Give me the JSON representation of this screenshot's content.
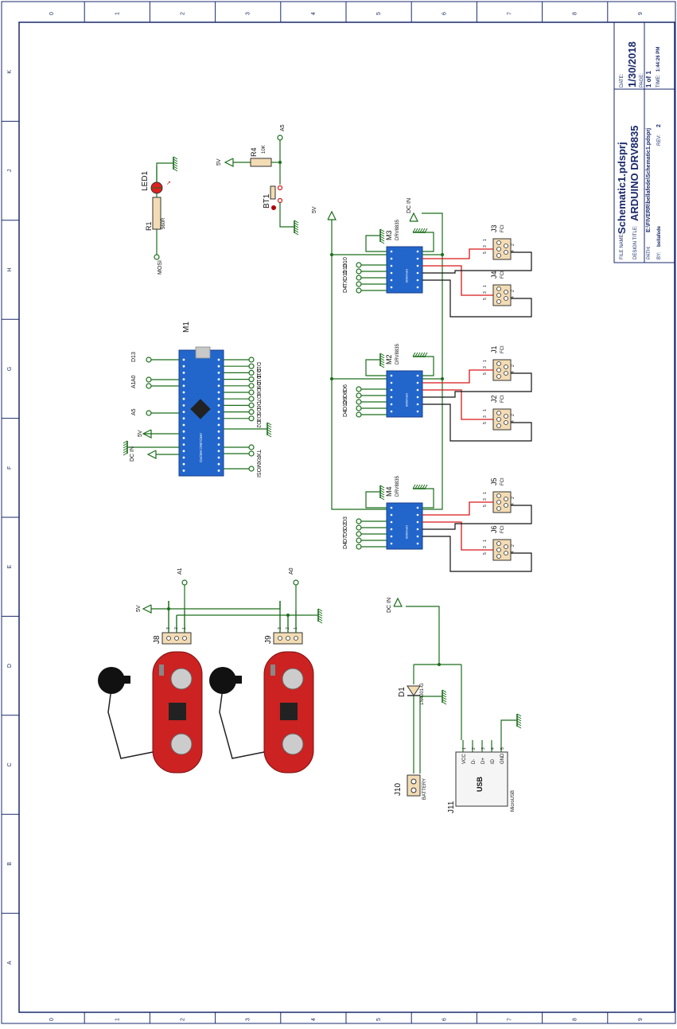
{
  "frame": {
    "columns": [
      "0",
      "1",
      "2",
      "3",
      "4",
      "5",
      "6",
      "7",
      "8",
      "9"
    ],
    "rows": [
      "K",
      "J",
      "H",
      "G",
      "F",
      "E",
      "D",
      "C",
      "B",
      "A"
    ]
  },
  "title_block": {
    "date_label": "DATE:",
    "date": "1/30/2018",
    "page_label": "PAGE:",
    "page_value": "1 of 1",
    "time_label": "TIME:",
    "time": "1:44:26 PM",
    "file_label": "FILE NAME:",
    "file_name": "Schematic1.pdsprj",
    "design_label": "DESIGN TITLE:",
    "design_title": "ARDUINO DRV8835",
    "path_label": "PATH:",
    "path": "E:\\FIVERR\\bellafede\\Schematic1.pdsprj",
    "by_label": "BY:",
    "by": "bellafede",
    "rev_label": "REV:",
    "rev": "2"
  },
  "parts": {
    "led1": {
      "ref": "LED1"
    },
    "r1": {
      "ref": "R1",
      "value": "560R"
    },
    "r4": {
      "ref": "R4",
      "value": "10K"
    },
    "bt1": {
      "ref": "BT1"
    },
    "m1": {
      "ref": "M1",
      "chip_text": "ARDUINO MICRO"
    },
    "m2": {
      "ref": "M2",
      "type": "DRV8835"
    },
    "m3": {
      "ref": "M3",
      "type": "DRV8835"
    },
    "m4": {
      "ref": "M4",
      "type": "DRV8835"
    },
    "j1": {
      "ref": "J1",
      "type": "FCI"
    },
    "j2": {
      "ref": "J2",
      "type": "FCI"
    },
    "j3": {
      "ref": "J3",
      "type": "FCI"
    },
    "j4": {
      "ref": "J4",
      "type": "FCI"
    },
    "j5": {
      "ref": "J5",
      "type": "FCI"
    },
    "j6": {
      "ref": "J6",
      "type": "FCI"
    },
    "j8": {
      "ref": "J8"
    },
    "j9": {
      "ref": "J9"
    },
    "d1": {
      "ref": "D1",
      "value": "1N4001-G"
    },
    "j10": {
      "ref": "J10",
      "value": "BATTERY"
    },
    "j11": {
      "ref": "J11",
      "value": "MicroUSB",
      "title": "USB",
      "pins": [
        "VCC",
        "D-",
        "D+",
        "ID",
        "GND"
      ],
      "pin_nums": [
        "1",
        "2",
        "3",
        "4",
        "5"
      ]
    }
  },
  "nets": {
    "mosi": "MOSI",
    "a5": "A5",
    "a0": "A0",
    "a1": "A1",
    "v5": "5V",
    "dcin": "DC IN",
    "tx": "TX",
    "rx": "RX",
    "d2": "D2",
    "d3": "D3",
    "d4": "D4",
    "d5": "D5",
    "d6": "D6",
    "d7": "D7",
    "d8": "D8",
    "d9": "D9",
    "d10": "D10",
    "d11": "D11",
    "d12": "D12",
    "d13": "D13"
  },
  "m3_labels": [
    "D10",
    "D13",
    "D11",
    "TX",
    "D4"
  ],
  "m2_labels": [
    "D6",
    "D8",
    "D9",
    "D12",
    "D4"
  ],
  "m4_labels": [
    "D3",
    "D2",
    "D5",
    "D7",
    "D4"
  ],
  "arduino_right_labels": [
    "D12",
    "D11",
    "D10",
    "D9",
    "D8",
    "D7",
    "D6",
    "D5",
    "D3",
    "D2"
  ],
  "conn_pins": [
    "1",
    "3",
    "5",
    "2",
    "4"
  ],
  "sensor_pins": [
    "3",
    "2",
    "1"
  ],
  "colors": {
    "wire": "#1a6e1a",
    "red_wire": "#d81818",
    "black_wire": "#111111",
    "module_blue": "#2266cc",
    "component_fill": "#f3dcb4",
    "sensor_red": "#cc2222",
    "frame": "#1a2a6c"
  }
}
